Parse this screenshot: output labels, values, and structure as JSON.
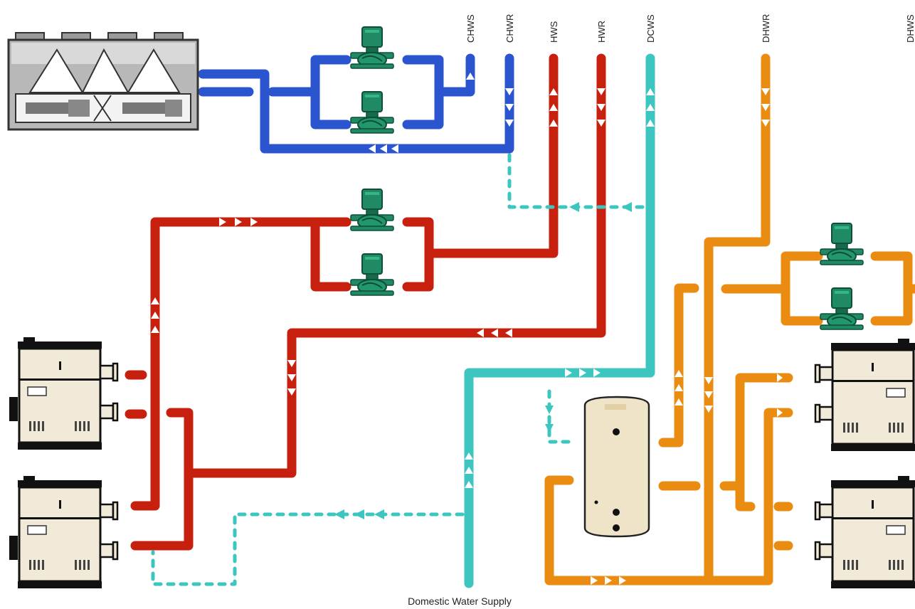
{
  "pipe_labels": {
    "chws": "CHWS",
    "chwr": "CHWR",
    "hws": "HWS",
    "hwr": "HWR",
    "dcws": "DCWS",
    "dhwr": "DHWR",
    "dhws_partial": "DHWS"
  },
  "caption": "Domestic Water Supply",
  "colors": {
    "chilled": "#2b55cf",
    "heating": "#c8200f",
    "domestic_cold": "#3cc6bf",
    "domestic_hot": "#ea8c12",
    "pump": "#1f8a63",
    "boiler_body": "#f2ead8",
    "tank": "#efe3c8"
  },
  "icons": [
    "chiller-icon",
    "circulator-pump-icon",
    "boiler-icon",
    "water-heater-tank-icon",
    "flow-arrow-icon"
  ]
}
